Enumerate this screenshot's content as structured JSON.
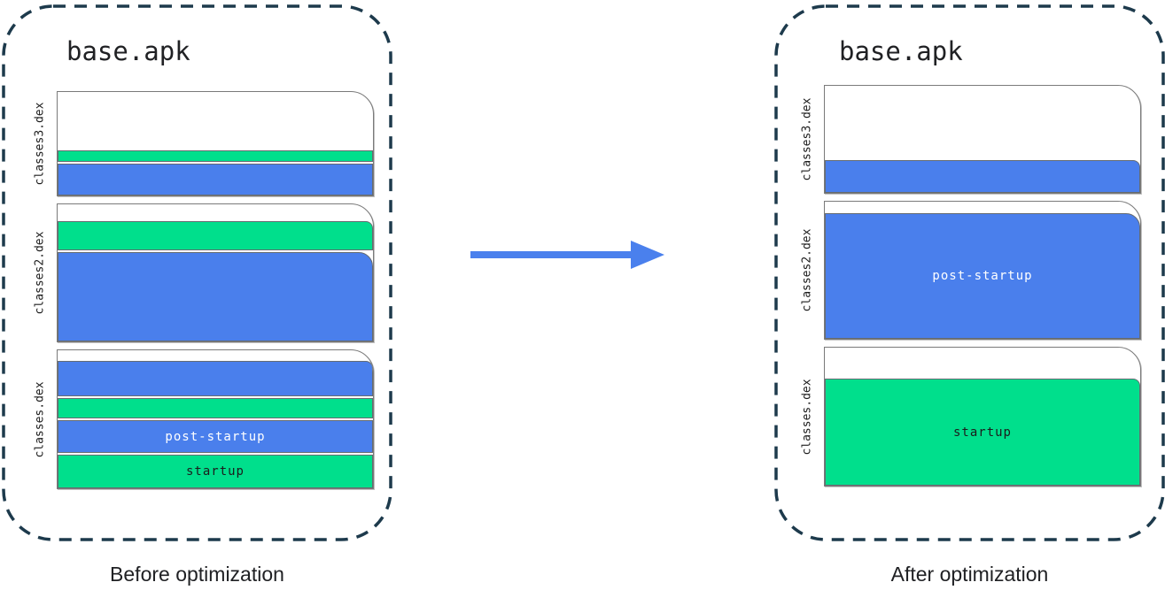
{
  "colors": {
    "blue": "#4a7fec",
    "green": "#00df8c",
    "dash_border": "#1d3a4c",
    "arrow": "#4a80ed",
    "doc_border": "#7a7a7a"
  },
  "legend_semantics": {
    "green_means": "startup",
    "blue_means": "post-startup"
  },
  "panels": [
    {
      "key": "before",
      "title": "base.apk",
      "caption": "Before optimization",
      "files": [
        {
          "label": "classes3.dex",
          "segments": [
            {
              "kind": "free",
              "h": 66
            },
            {
              "kind": "band",
              "color": "green",
              "h": 13,
              "text": ""
            },
            {
              "kind": "band",
              "color": "blue",
              "h": 36,
              "text": ""
            }
          ]
        },
        {
          "label": "classes2.dex",
          "segments": [
            {
              "kind": "free",
              "h": 19
            },
            {
              "kind": "band",
              "color": "green",
              "h": 33,
              "text": "",
              "curl": "sm"
            },
            {
              "kind": "band",
              "color": "blue",
              "h": 101,
              "text": "",
              "curl": "lg"
            }
          ]
        },
        {
          "label": "classes.dex",
          "segments": [
            {
              "kind": "free",
              "h": 12
            },
            {
              "kind": "band",
              "color": "blue",
              "h": 40,
              "text": "",
              "curl": "sm"
            },
            {
              "kind": "band",
              "color": "green",
              "h": 23,
              "text": ""
            },
            {
              "kind": "band",
              "color": "blue",
              "h": 37,
              "text": "post-startup"
            },
            {
              "kind": "band",
              "color": "green",
              "h": 38,
              "text": "startup"
            }
          ]
        }
      ]
    },
    {
      "key": "after",
      "title": "base.apk",
      "caption": "After optimization",
      "files": [
        {
          "label": "classes3.dex",
          "segments": [
            {
              "kind": "free",
              "h": 84
            },
            {
              "kind": "band",
              "color": "blue",
              "h": 37,
              "text": "",
              "curl": "sm"
            }
          ]
        },
        {
          "label": "classes2.dex",
          "segments": [
            {
              "kind": "free",
              "h": 13
            },
            {
              "kind": "band",
              "color": "blue",
              "h": 142,
              "text": "post-startup",
              "curl": "lg"
            }
          ]
        },
        {
          "label": "classes.dex",
          "segments": [
            {
              "kind": "free",
              "h": 35
            },
            {
              "kind": "band",
              "color": "green",
              "h": 121,
              "text": "startup",
              "curl": "sm"
            }
          ]
        }
      ]
    }
  ]
}
